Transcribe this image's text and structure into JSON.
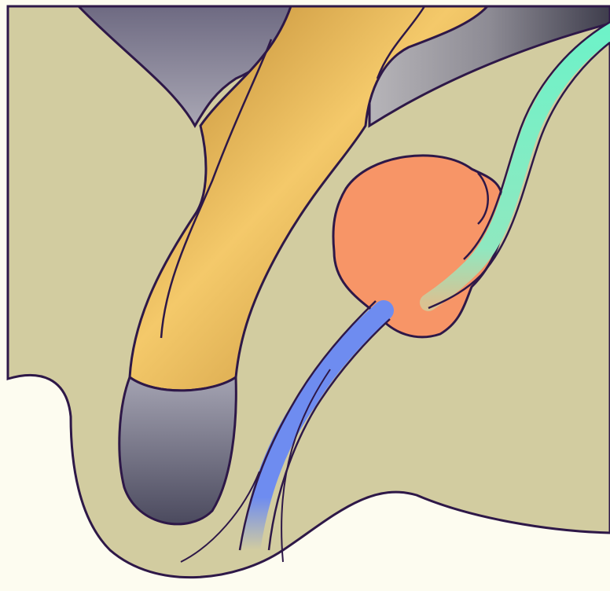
{
  "diagram": {
    "labels": [],
    "colors": {
      "background": "#fdfcf0",
      "tissue": "#d2cca0",
      "outline": "#2e1848",
      "outer_gray": "#8e8b9e",
      "gold_light": "#f4c96a",
      "gold_dark": "#b9832e",
      "tip_gray_light": "#9a99a8",
      "tip_gray_dark": "#4b4a5e",
      "salmon_organ": "#f79567",
      "blue_tube": "#6f8ef2",
      "mint_tube": "#6ef2c8"
    },
    "parts": [
      {
        "id": "tissue-mass"
      },
      {
        "id": "upper-gray-region"
      },
      {
        "id": "upper-right-dark-region"
      },
      {
        "id": "gold-tube"
      },
      {
        "id": "gray-tip"
      },
      {
        "id": "salmon-organ"
      },
      {
        "id": "blue-tube"
      },
      {
        "id": "mint-tube"
      }
    ]
  }
}
